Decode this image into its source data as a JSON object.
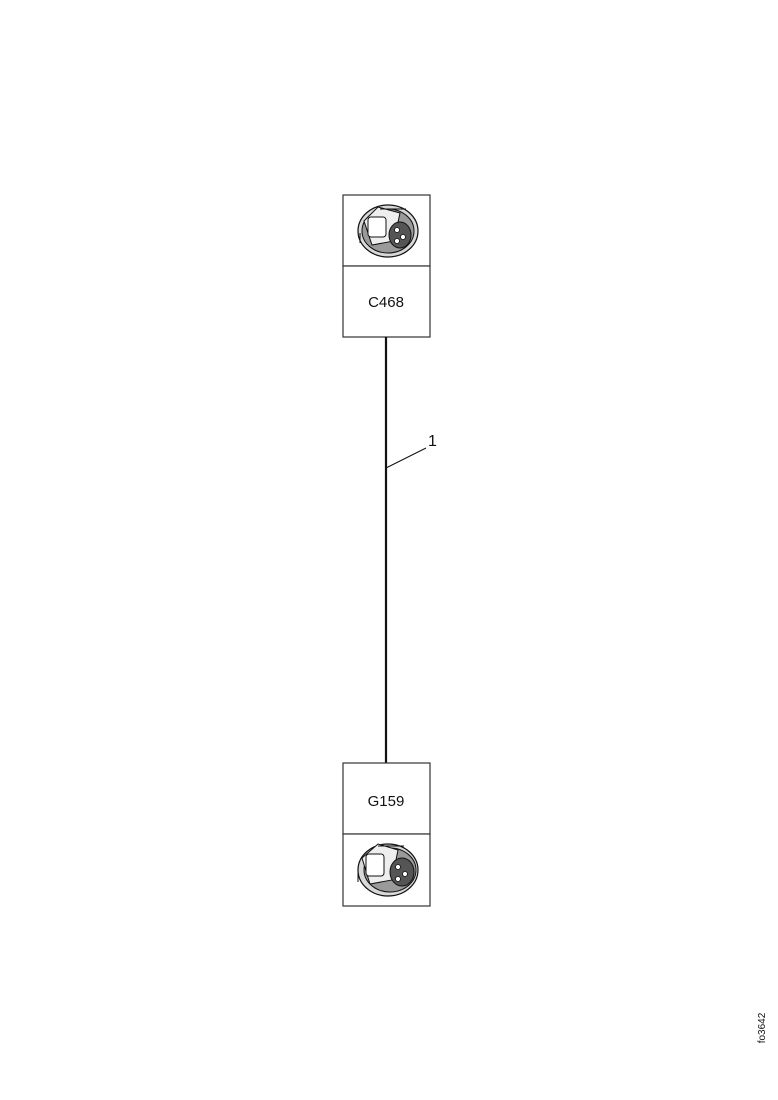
{
  "diagram": {
    "connectors": [
      {
        "id": "C468",
        "label": "C468",
        "icon": "connector-plug-icon"
      },
      {
        "id": "G159",
        "label": "G159",
        "icon": "ground-terminal-icon"
      }
    ],
    "wire": {
      "callout": "1"
    },
    "reference_code": "fo3642"
  },
  "colors": {
    "line": "#111111",
    "box_border": "#333333",
    "background": "#ffffff"
  }
}
